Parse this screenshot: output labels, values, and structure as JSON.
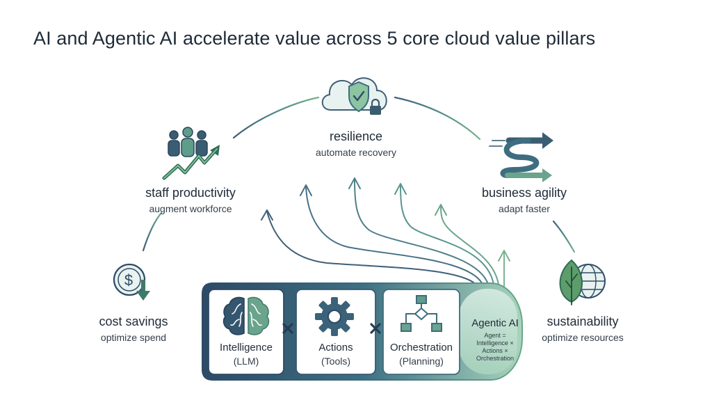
{
  "title": "AI and Agentic AI accelerate value across 5 core cloud value pillars",
  "pillars": {
    "resilience": {
      "label": "resilience",
      "sub": "automate recovery",
      "icon": "cloud-shield-lock-icon"
    },
    "staff_productivity": {
      "label": "staff productivity",
      "sub": "augment workforce",
      "icon": "team-growth-icon"
    },
    "business_agility": {
      "label": "business agility",
      "sub": "adapt faster",
      "icon": "agility-arrows-icon"
    },
    "cost_savings": {
      "label": "cost savings",
      "sub": "optimize spend",
      "icon": "dollar-down-icon"
    },
    "sustainability": {
      "label": "sustainability",
      "sub": "optimize resources",
      "icon": "leaf-globe-icon"
    }
  },
  "components": [
    {
      "label": "Intelligence",
      "sub": "(LLM)",
      "icon": "brain-icon"
    },
    {
      "label": "Actions",
      "sub": "(Tools)",
      "icon": "gear-icon"
    },
    {
      "label": "Orchestration",
      "sub": "(Planning)",
      "icon": "flowchart-icon"
    }
  ],
  "operator": "×",
  "agentic": {
    "label": "Agentic AI",
    "formula": [
      "Agent =",
      "Intelligence ×",
      "Actions ×",
      "Orchestration"
    ]
  },
  "colors": {
    "navy": "#2f4b66",
    "teal": "#4f8a88",
    "green": "#5e9d6b",
    "light": "#e6f1ec"
  }
}
